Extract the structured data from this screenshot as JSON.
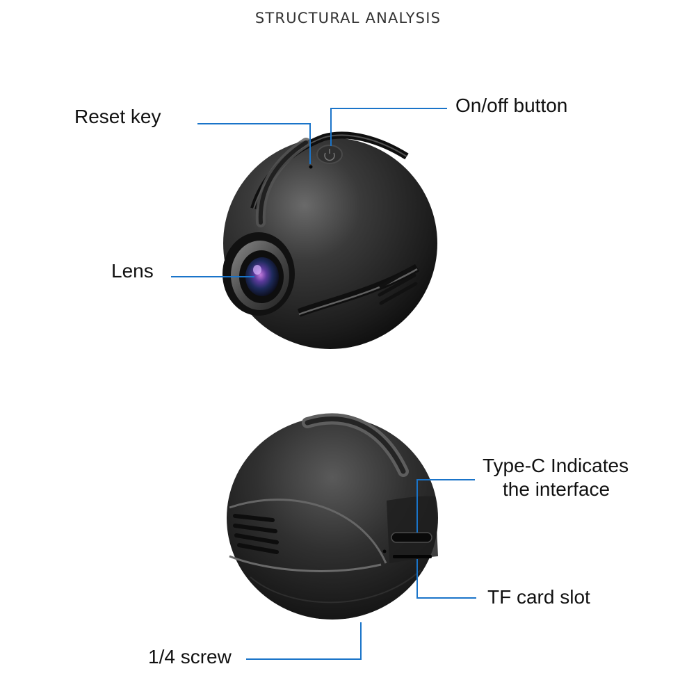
{
  "title": "STRUCTURAL ANALYSIS",
  "labels": {
    "reset_key": "Reset key",
    "on_off_button": "On/off button",
    "lens": "Lens",
    "type_c_line1": "Type-C Indicates",
    "type_c_line2": "the interface",
    "tf_card_slot": "TF card slot",
    "screw": "1/4 screw"
  },
  "colors": {
    "leader_line": "#1a74c9",
    "camera_body": "#2a2a2a",
    "background": "#ffffff"
  },
  "icons": {
    "top_view": "camera-front-view",
    "bottom_view": "camera-back-view"
  }
}
